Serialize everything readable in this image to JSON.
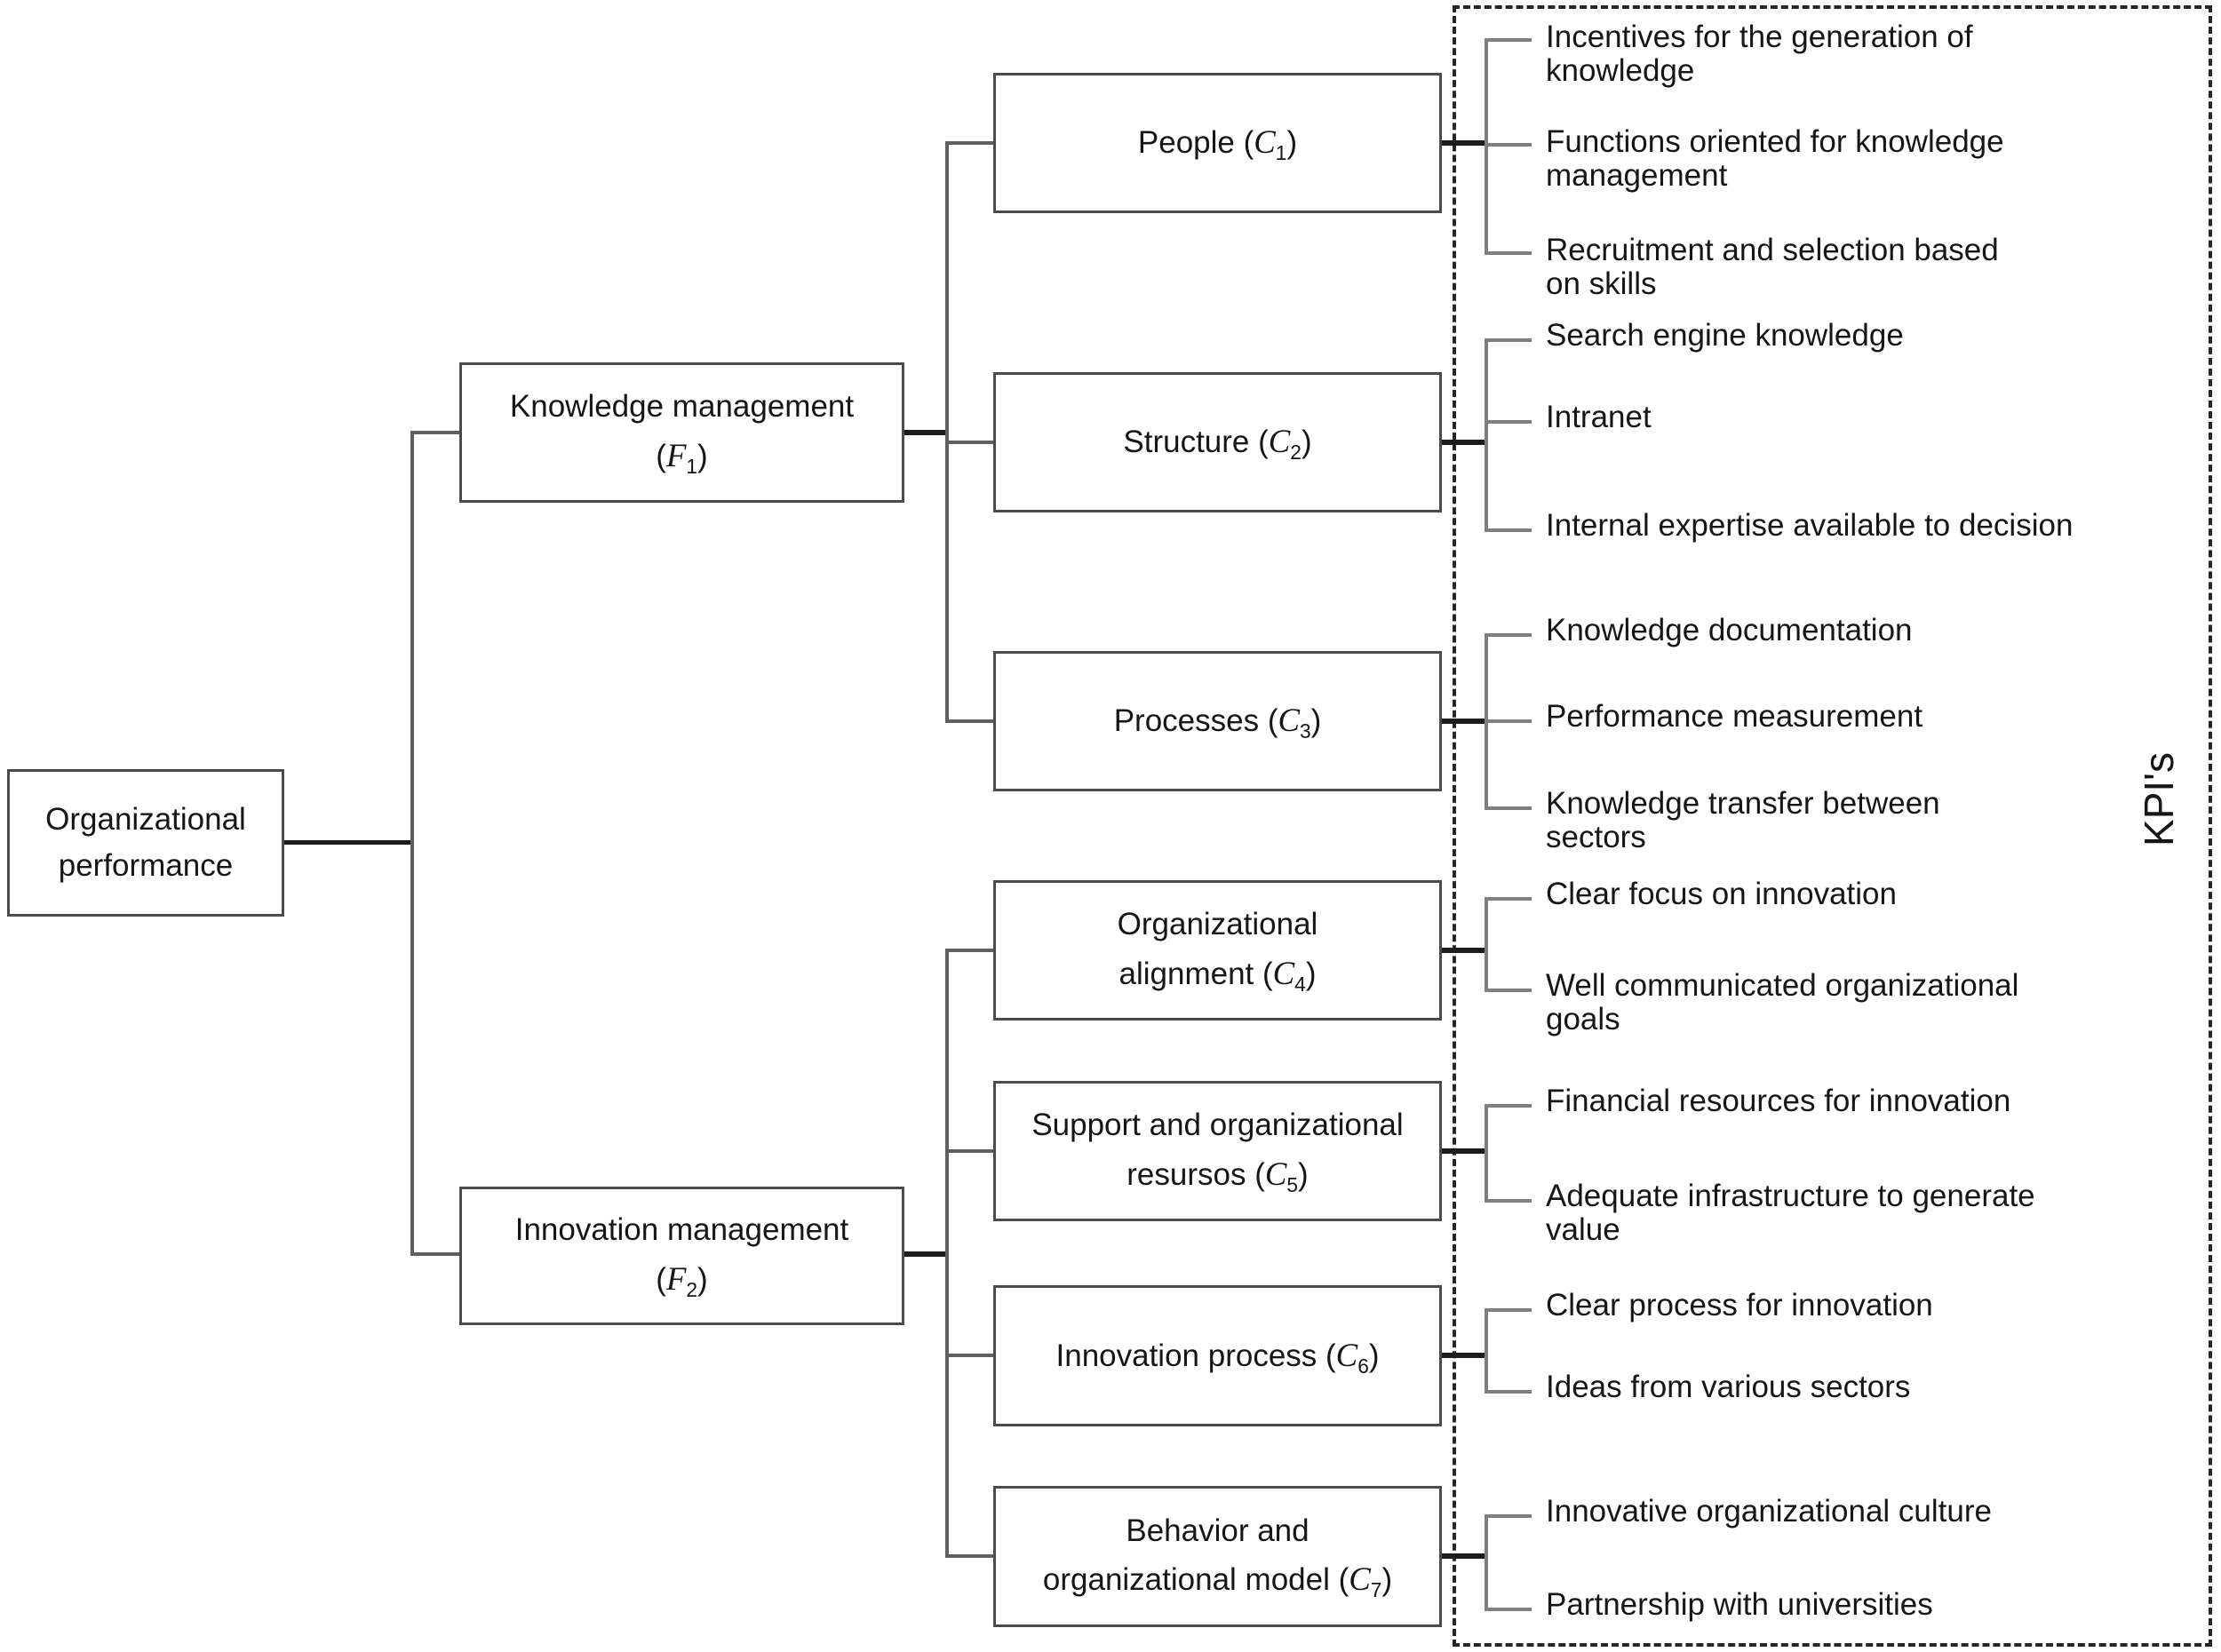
{
  "figure": {
    "root": {
      "label": "Organizational\nperformance"
    },
    "punct": {
      "open": "(",
      "close": ")"
    },
    "factors": [
      {
        "name": "Knowledge management\n",
        "symbol": "F",
        "index": "1"
      },
      {
        "name": "Innovation management\n",
        "symbol": "F",
        "index": "2"
      }
    ],
    "criteria": [
      {
        "name": "People ",
        "symbol": "C",
        "index": "1"
      },
      {
        "name": "Structure ",
        "symbol": "C",
        "index": "2"
      },
      {
        "name": "Processes ",
        "symbol": "C",
        "index": "3"
      },
      {
        "name": "Organizational\nalignment ",
        "symbol": "C",
        "index": "4"
      },
      {
        "name": "Support and organizational\nresursos ",
        "symbol": "C",
        "index": "5"
      },
      {
        "name": "Innovation process ",
        "symbol": "C",
        "index": "6"
      },
      {
        "name": "Behavior and\norganizational model ",
        "symbol": "C",
        "index": "7"
      }
    ],
    "kpis": [
      {
        "text": "Incentives for the generation of\nknowledge"
      },
      {
        "text": "Functions oriented for knowledge\nmanagement"
      },
      {
        "text": "Recruitment and selection based\non skills"
      },
      {
        "text": "Search engine knowledge"
      },
      {
        "text": "Intranet"
      },
      {
        "text": "Internal expertise available to decision"
      },
      {
        "text": "Knowledge documentation"
      },
      {
        "text": "Performance measurement"
      },
      {
        "text": "Knowledge transfer between\nsectors"
      },
      {
        "text": "Clear focus on innovation"
      },
      {
        "text": "Well communicated organizational\ngoals"
      },
      {
        "text": "Financial resources for innovation"
      },
      {
        "text": "Adequate infrastructure to generate\nvalue"
      },
      {
        "text": "Clear process for innovation"
      },
      {
        "text": "Ideas from various sectors"
      },
      {
        "text": "Innovative organizational culture"
      },
      {
        "text": "Partnership with universities"
      }
    ],
    "kpi_region_label": "KPI's",
    "colors": {
      "background": "#ffffff",
      "text": "#161616",
      "box_border": "#4b4b4b",
      "line_dark": "#1c1c1c",
      "line_mid": "#5f5f5f",
      "line_light": "#7f7f7f"
    }
  }
}
